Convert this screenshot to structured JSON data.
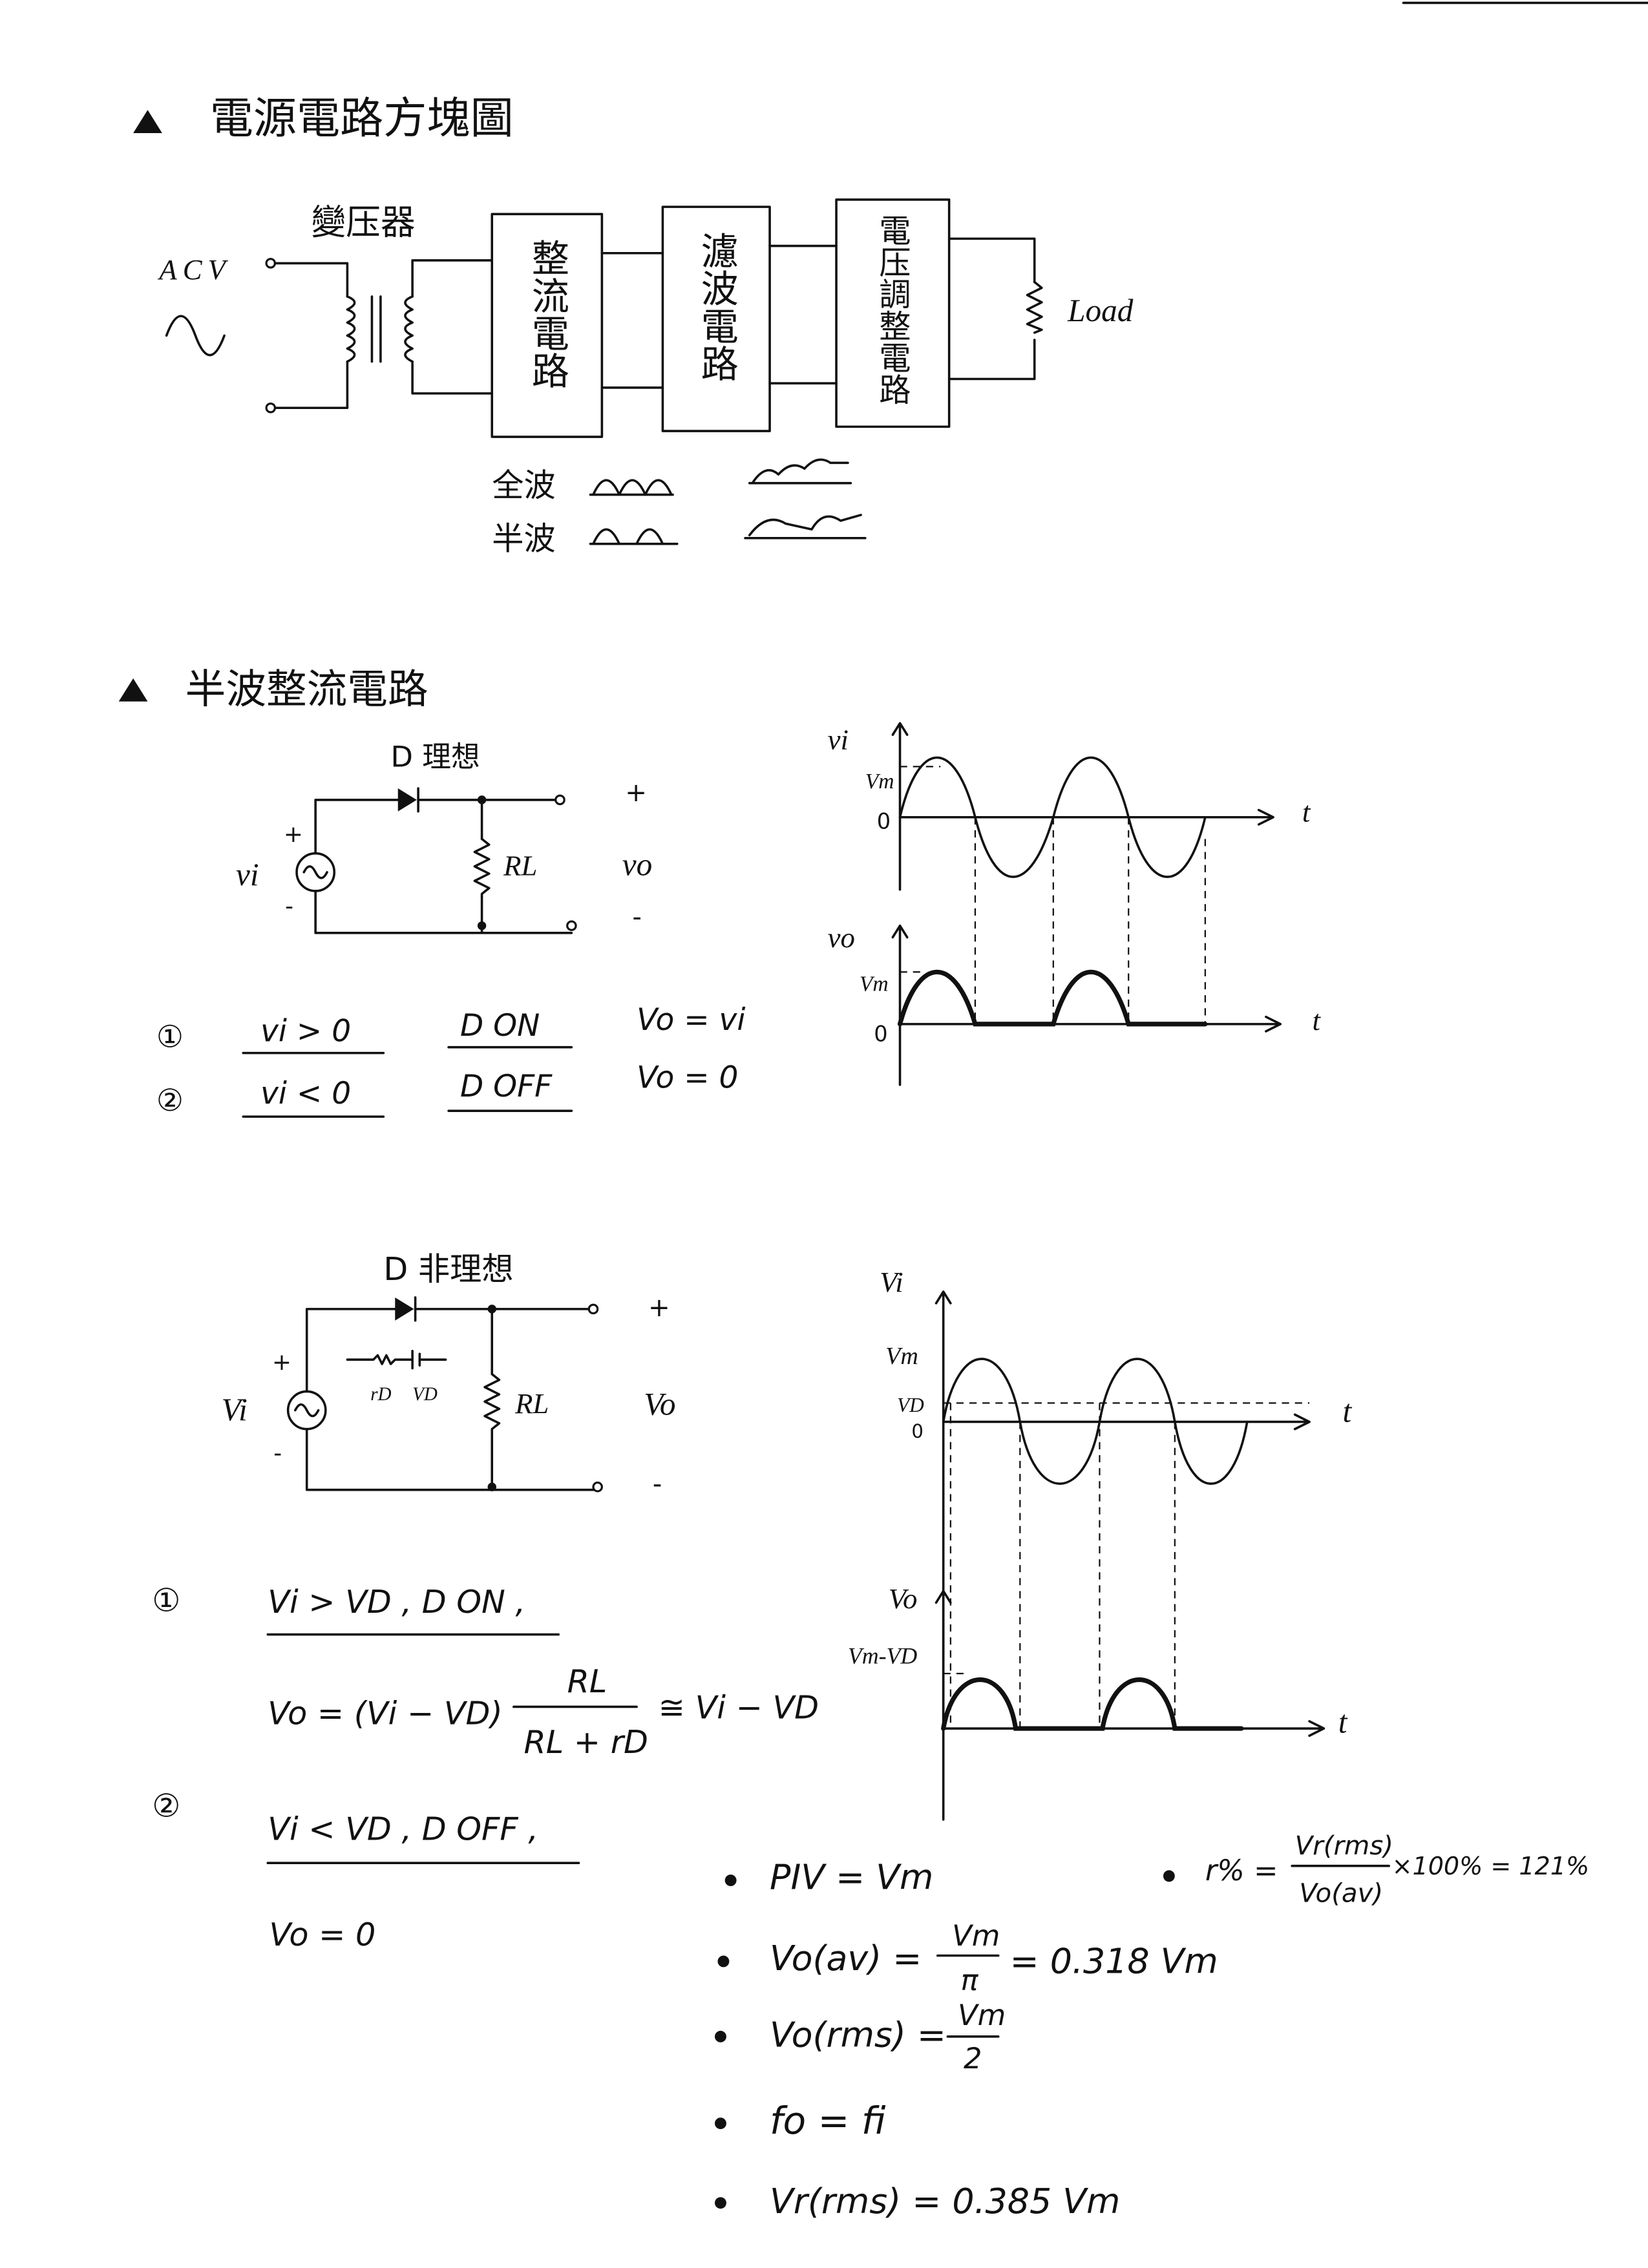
{
  "section1": {
    "title": "電源電路方塊圖",
    "transformer_label": "變压器",
    "ac_label": "ACV",
    "blocks": [
      "整流電路",
      "濾波電路",
      "電压調整電路"
    ],
    "load_label": "Load",
    "full_wave_label": "全波",
    "half_wave_label": "半波"
  },
  "section2": {
    "title": "半波整流電路",
    "ideal": {
      "diode_label": "D 理想",
      "source_label": "vi",
      "load_label": "RL",
      "output_label": "vo",
      "plus": "+",
      "minus": "-",
      "conditions": [
        {
          "num": "①",
          "cond": "vi > 0",
          "state": "D ON",
          "result": "Vo = vi"
        },
        {
          "num": "②",
          "cond": "vi < 0",
          "state": "D OFF",
          "result": "Vo = 0"
        }
      ],
      "graph_vi": {
        "ylabel": "vi",
        "peak_label": "Vm",
        "zero_label": "0",
        "xlabel": "t"
      },
      "graph_vo": {
        "ylabel": "vo",
        "peak_label": "Vm",
        "zero_label": "0",
        "xlabel": "t"
      }
    },
    "nonideal": {
      "diode_label": "D 非理想",
      "source_label": "Vi",
      "load_label": "RL",
      "output_label": "Vo",
      "model_r": "rD",
      "model_v": "VD",
      "plus": "+",
      "minus": "-",
      "graph_vi": {
        "ylabel": "Vi",
        "peak_label": "Vm",
        "vd_label": "VD",
        "zero_label": "0",
        "xlabel": "t"
      },
      "graph_vo": {
        "ylabel": "Vo",
        "peak_label": "Vm-VD",
        "xlabel": "t"
      },
      "cond1": {
        "num": "①",
        "text": "Vi > VD , D ON ,"
      },
      "formula": {
        "lhs": "Vo = (Vi − VD)",
        "num": "RL",
        "den": "RL + rD",
        "rhs": "≅ Vi − VD"
      },
      "cond2": {
        "num": "②",
        "text": "Vi < VD , D OFF ,"
      },
      "cond2_result": "Vo = 0"
    },
    "bullets": [
      {
        "text": "PIV = Vm"
      },
      {
        "lhs": "Vo(av) =",
        "num": "Vm",
        "den": "π",
        "rhs": "= 0.318 Vm"
      },
      {
        "lhs": "Vo(rms) =",
        "num": "Vm",
        "den": "2"
      },
      {
        "text": "fo = fi"
      },
      {
        "text": "Vr(rms) = 0.385 Vm"
      }
    ],
    "ripple": {
      "lhs": "r% =",
      "num": "Vr(rms)",
      "den": "Vo(av)",
      "rhs": "×100% = 121%"
    }
  }
}
